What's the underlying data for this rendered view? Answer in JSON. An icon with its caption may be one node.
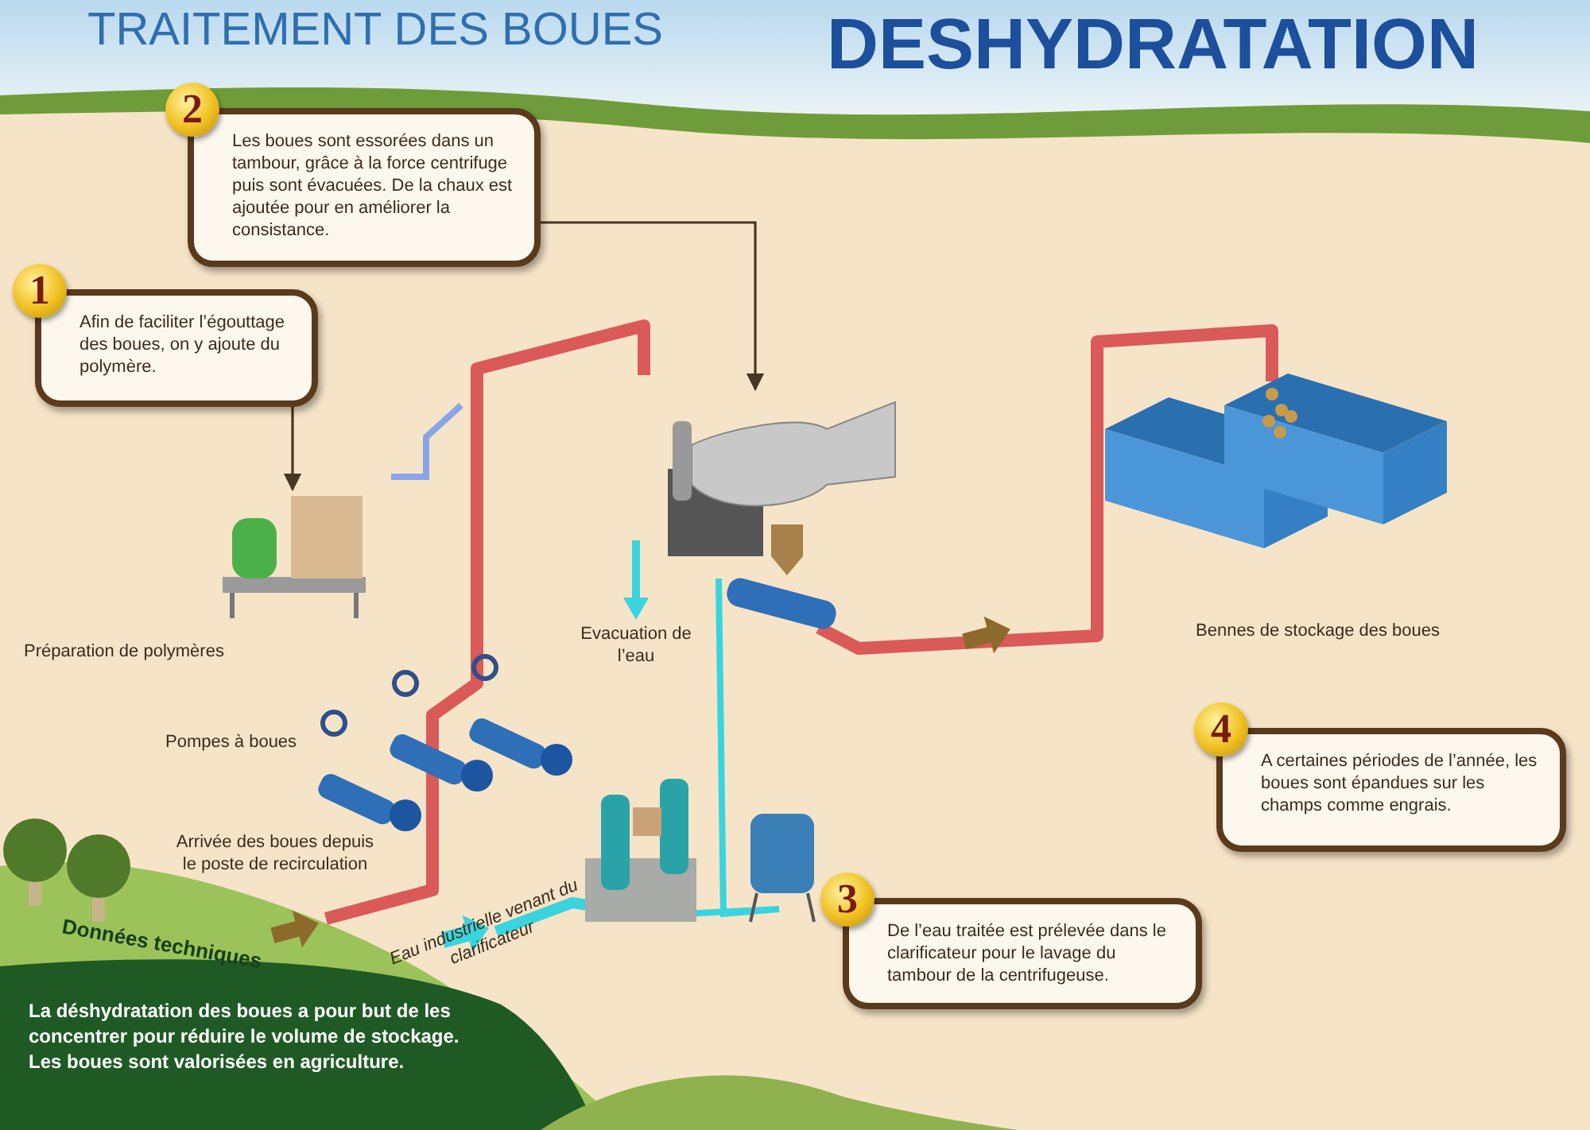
{
  "diagram": {
    "title": "TRAITEMENT DES BOUES",
    "nodes": [
      {
        "text": [
          "1",
          "Afin de faciliter l’égouttage des boues, on y ajoute du polymère."
        ]
      },
      {
        "text": [
          "2",
          "Les boues sont essorées dans un tambour, grâce à la force centrifuge puis sont évacuées. De la chaux est ajoutée pour en améliorer la consistance."
        ]
      },
      {
        "text": [
          "3",
          "De l’eau traitée est prélevée dans le clarificateur pour le lavage du tambour de la centrifugeuse."
        ]
      },
      {
        "text": [
          "4",
          "A certaines périodes de l’année, les boues sont épandues sur les champs comme engrais."
        ]
      },
      {
        "text": [],
        "shape": "picture"
      },
      {
        "text": [],
        "shape": "picture"
      }
    ],
    "edges": [
      {
        "from": 0,
        "to": 4,
        "arrow": "to"
      },
      {
        "from": 1,
        "to": 5,
        "arrow": "to"
      }
    ],
    "labels": [
      "DESHYDRATATION",
      "Préparation de polymères",
      "Evacuation de l’eau",
      "Bennes de stockage des boues",
      "Pompes à boues",
      "Arrivée des boues depuis le poste de recirculation",
      "Eau industrielle venant du clarificateur",
      "Données techniques",
      "La déshydratation des boues a pour but de les concentrer pour réduire le volume de stockage. Les boues sont valorisées en agriculture."
    ]
  }
}
